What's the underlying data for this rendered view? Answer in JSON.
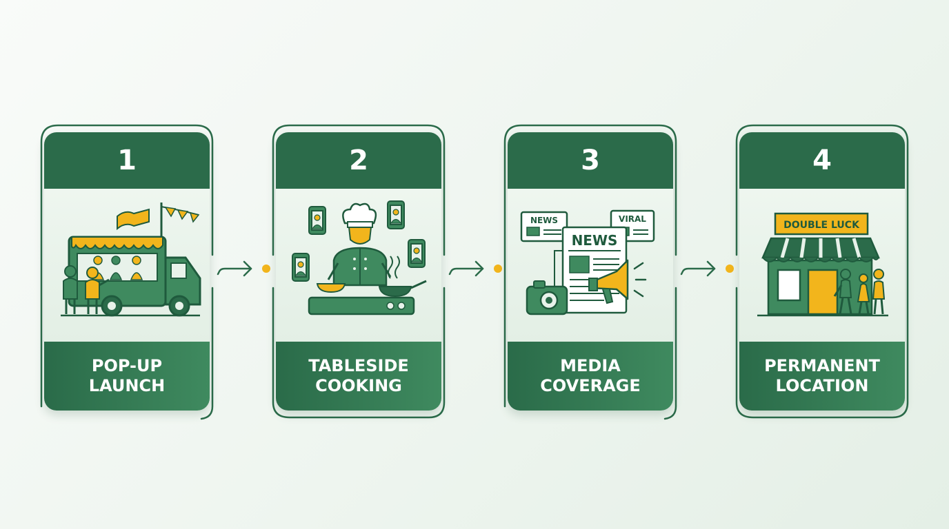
{
  "colors": {
    "dark_green": "#2b6b4a",
    "mid_green": "#3f8a5f",
    "card_light": "#e8f2ea",
    "accent_yellow": "#f2b51c",
    "background": "#f3f8f4"
  },
  "steps": [
    {
      "number": "1",
      "label": "POP-UP\nLAUNCH",
      "icon": "food-truck-icon"
    },
    {
      "number": "2",
      "label": "TABLESIDE\nCOOKING",
      "icon": "chef-cooking-icon"
    },
    {
      "number": "3",
      "label": "MEDIA\nCOVERAGE",
      "icon": "media-coverage-icon"
    },
    {
      "number": "4",
      "label": "PERMANENT\nLOCATION",
      "icon": "storefront-icon"
    }
  ],
  "illustration_text": {
    "news_small": "NEWS",
    "viral": "VIRAL",
    "news_big": "NEWS",
    "store_sign": "DOUBLE LUCK"
  }
}
